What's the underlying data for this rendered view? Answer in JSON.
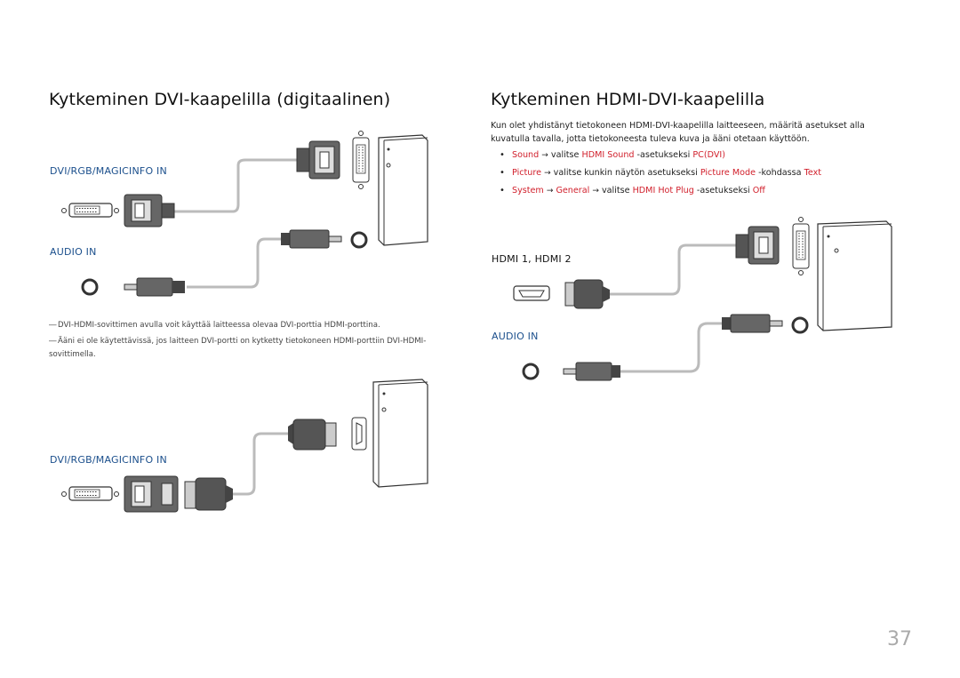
{
  "left": {
    "heading": "Kytkeminen DVI-kaapelilla (digitaalinen)",
    "diagram1": {
      "port_dvi": "DVI/RGB/MAGICINFO IN",
      "port_audio": "AUDIO IN"
    },
    "notes": [
      "DVI-HDMI-sovittimen avulla voit käyttää laitteessa olevaa DVI-porttia HDMI-porttina.",
      "Ääni ei ole käytettävissä, jos laitteen DVI-portti on kytketty tietokoneen HDMI-porttiin DVI-HDMI-sovittimella."
    ],
    "note_dash": "―",
    "diagram2": {
      "port_dvi": "DVI/RGB/MAGICINFO IN"
    }
  },
  "right": {
    "heading": "Kytkeminen HDMI-DVI-kaapelilla",
    "intro": "Kun olet yhdistänyt tietokoneen HDMI-DVI-kaapelilla laitteeseen, määritä asetukset alla kuvatulla tavalla, jotta tietokoneesta tuleva kuva ja ääni otetaan käyttöön.",
    "bullet_symbol": "•",
    "arrow": "→",
    "bullets": [
      {
        "a": "Sound",
        "t1": "valitse",
        "b": "HDMI Sound",
        "t2": "-asetukseksi",
        "c": "PC(DVI)"
      },
      {
        "a": "Picture",
        "t1": "valitse kunkin näytön asetukseksi",
        "b": "Picture Mode",
        "t2": "-kohdassa",
        "c": "Text"
      },
      {
        "a": "System",
        "a2": "General",
        "t1": "valitse",
        "b": "HDMI Hot Plug",
        "t2": "-asetukseksi",
        "c": "Off"
      }
    ],
    "diagram": {
      "port_hdmi": "HDMI 1, HDMI 2",
      "port_audio": "AUDIO IN"
    }
  },
  "page_number": "37",
  "colors": {
    "accent": "#d11f2b",
    "port_label": "#1b4f8c",
    "text": "#222222"
  }
}
